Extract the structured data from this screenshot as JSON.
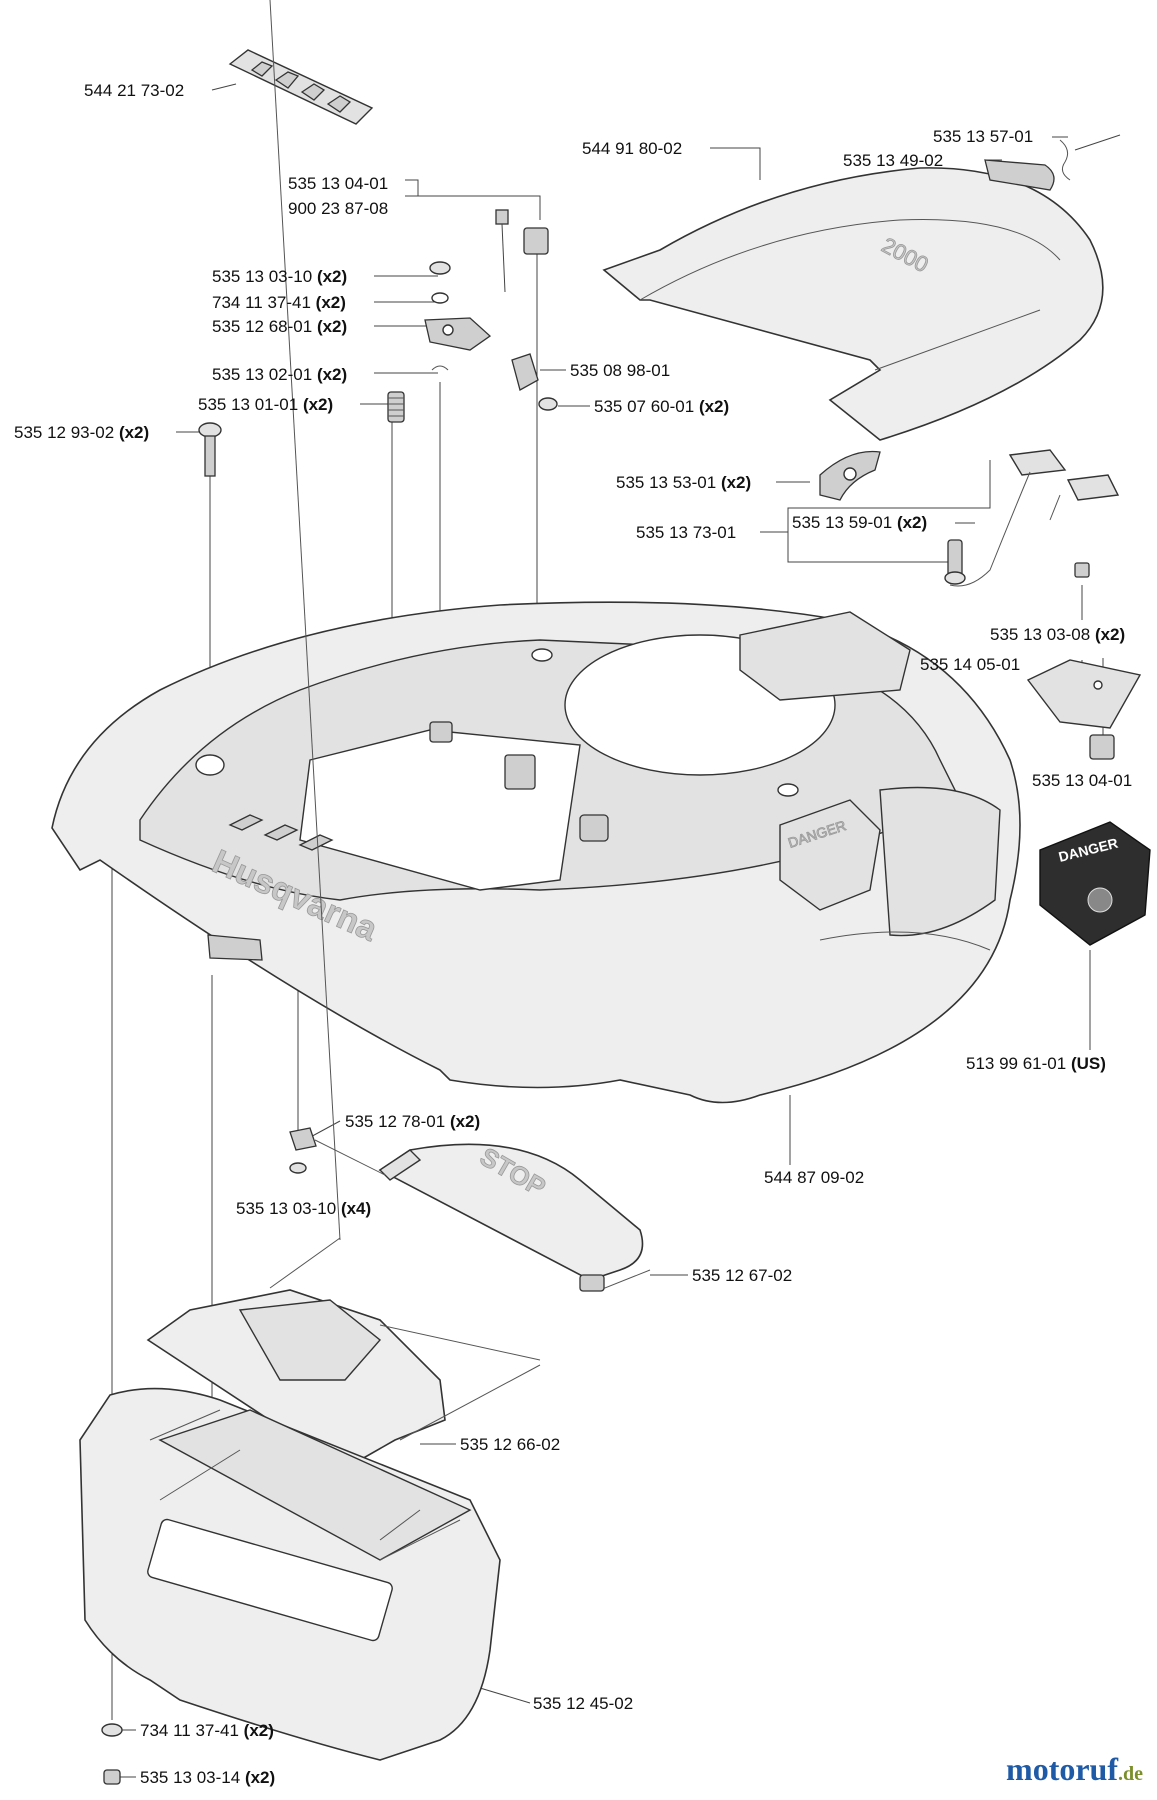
{
  "callouts": [
    {
      "part": "544 21 73-02",
      "qty": ""
    },
    {
      "part": "544 91 80-02",
      "qty": ""
    },
    {
      "part": "535 13 57-01",
      "qty": ""
    },
    {
      "part": "535 13 49-02",
      "qty": ""
    },
    {
      "part": "535 13 04-01",
      "qty": ""
    },
    {
      "part": "900 23 87-08",
      "qty": ""
    },
    {
      "part": "535 13 03-10",
      "qty": "(x2)"
    },
    {
      "part": "734 11 37-41",
      "qty": "(x2)"
    },
    {
      "part": "535 12 68-01",
      "qty": "(x2)"
    },
    {
      "part": "535 13 02-01",
      "qty": "(x2)"
    },
    {
      "part": "535 08 98-01",
      "qty": ""
    },
    {
      "part": "535 13 01-01",
      "qty": "(x2)"
    },
    {
      "part": "535 07 60-01",
      "qty": "(x2)"
    },
    {
      "part": "535 12 93-02",
      "qty": "(x2)"
    },
    {
      "part": "535 13 53-01",
      "qty": "(x2)"
    },
    {
      "part": "535 13 73-01",
      "qty": ""
    },
    {
      "part": "535 13 59-01",
      "qty": "(x2)"
    },
    {
      "part": "535 13 03-08",
      "qty": "(x2)"
    },
    {
      "part": "535 14 05-01",
      "qty": ""
    },
    {
      "part": "535 13 04-01",
      "qty": ""
    },
    {
      "part": "513 99 61-01",
      "qty": "(US)"
    },
    {
      "part": "535 12 78-01",
      "qty": "(x2)"
    },
    {
      "part": "544 87 09-02",
      "qty": ""
    },
    {
      "part": "535 13 03-10",
      "qty": "(x4)"
    },
    {
      "part": "535 12 67-02",
      "qty": ""
    },
    {
      "part": "535 12 66-02",
      "qty": ""
    },
    {
      "part": "535 12 45-02",
      "qty": ""
    },
    {
      "part": "734 11 37-41",
      "qty": "(x2)"
    },
    {
      "part": "535 13 03-14",
      "qty": "(x2)"
    }
  ],
  "embossed": {
    "brand": "Husqvarna",
    "stop": "STOP",
    "danger_small": "DANGER",
    "danger_label": "DANGER"
  },
  "watermark": {
    "name": "motoruf",
    "tld": ".de"
  }
}
